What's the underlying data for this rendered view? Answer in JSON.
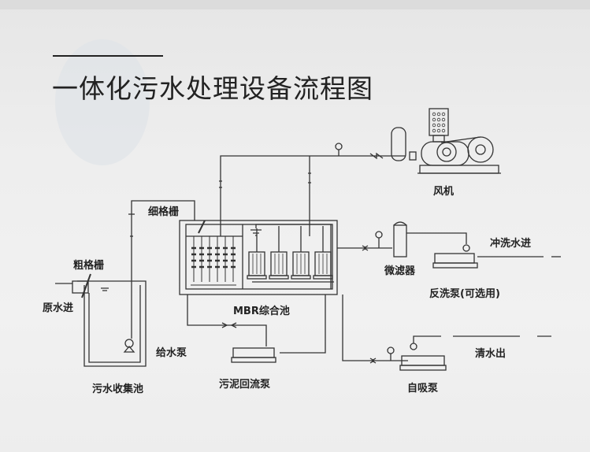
{
  "title": "一体化污水处理设备流程图",
  "labels": {
    "blower": "风机",
    "fine_screen": "细格栅",
    "coarse_screen": "粗格栅",
    "raw_water_in": "原水进",
    "feed_pump": "给水泵",
    "collection_tank": "污水收集池",
    "mbr_tank": "MBR综合池",
    "sludge_return_pump": "污泥回流泵",
    "micro_filter": "微滤器",
    "flush_water_in": "冲洗水进",
    "backwash_pump": "反洗泵(可选用)",
    "clean_water_out": "清水出",
    "self_priming_pump": "自吸泵"
  },
  "colors": {
    "line": "#333333",
    "text": "#222222",
    "background": "#ececec"
  }
}
